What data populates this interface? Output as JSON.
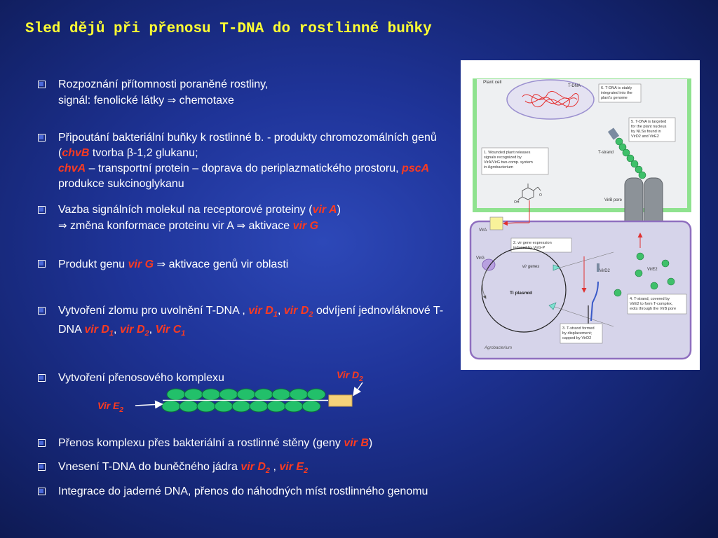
{
  "title": "Sled dějů při přenosu T-DNA do rostlinné buňky",
  "bullets": {
    "b1": {
      "line1": "Rozpoznání přítomnosti poraněné rostliny,",
      "line2_a": "signál: fenolické látky ",
      "line2_b": " chemotaxe"
    },
    "b2": {
      "t1": "Připoutání bakteriální buňky k rostlinné b. - produkty chromozomálních genů (",
      "r1": "chvB",
      "t2": " tvorba ",
      "beta": "β",
      "t3": "-1,2 glukanu;",
      "r2": "chvA",
      "t4": " – transportní protein – doprava do periplazmatického prostoru,  ",
      "r3": "pscA",
      "t5": " produkce sukcinoglykanu"
    },
    "b3": {
      "t1": "Vazba signálních molekul na receptorové proteiny (",
      "r1": "vir A",
      "t2": ")",
      "t3": " změna konformace proteinu vir A ",
      "t4": " aktivace ",
      "r2": "vir G"
    },
    "b4": {
      "t1": "Produkt genu ",
      "r1": "vir G",
      "t2": " aktivace genů vir oblasti"
    },
    "b5": {
      "t1": "Vytvoření zlomu pro uvolnění T-DNA , ",
      "r1": "vir D",
      "r1sub": "1",
      "sep": ",",
      "r2": "vir D",
      "r2sub": "2",
      "t2": " odvíjení jednovláknové T-DNA ",
      "r3": "vir D",
      "r3sub": "1",
      "sep2": ", ",
      "r4": "vir D",
      "r4sub": "2",
      "sep3": ", ",
      "r5": "Vir C",
      "r5sub": "1"
    },
    "b6": {
      "t1": "Vytvoření přenosového komplexu"
    },
    "b7": {
      "t1": "Přenos komplexu přes bakteriální a rostlinné stěny  (geny ",
      "r1": "vir B",
      "t2": ")"
    },
    "b8": {
      "t1": "Vnesení T-DNA do buněčného jádra  ",
      "r1": "vir D",
      "r1sub": "2",
      "t2": " , ",
      "r2": "vir E",
      "r2sub": "2"
    },
    "b9": {
      "t1": "Integrace do jaderné DNA, přenos do náhodných míst rostlinného genomu"
    }
  },
  "complex": {
    "virD2_label": "Vir D",
    "virD2_sub": "2",
    "virE2_label": "Vir E",
    "virE2_sub": "2"
  },
  "figure": {
    "plant_cell": "Plant cell",
    "tdna": "T-DNA",
    "step6": [
      "6. T-DNA is stably",
      "integrated into the",
      "plant's genome"
    ],
    "step5": [
      "5. T-DNA is targeted",
      "for the plant nucleus",
      "by NLSs found in",
      "VirD2 and VirE2"
    ],
    "step1": [
      "1. Wounded plant releases",
      "signals recognized by",
      "VirA/VirG two-comp. system",
      "in Agrobacterium"
    ],
    "tstrand": "T-strand",
    "oh": "OH",
    "o": "O",
    "virb_pore": "VirB pore",
    "vira": "VirA",
    "step2": [
      "2. vir gene expression",
      "induced by VirG-P"
    ],
    "virg": "VirG",
    "vir_genes": "vir genes",
    "ti_plasmid": "Ti plasmid",
    "vird2": "VirD2",
    "vire2": "VirE2",
    "step4": [
      "4. T-strand, covered by",
      "VirE2 to form T-complex,",
      "exits through the VirB pore"
    ],
    "step3": [
      "3. T-strand formed",
      "by displacement;",
      "capped by VirD2"
    ],
    "agrobacterium": "Agrobacterium"
  },
  "colors": {
    "title": "#ffff33",
    "accent_red": "#ff3b1f",
    "bead_green": "#22c06a",
    "cap_yellow": "#f5d27a",
    "bg": "#1f3499"
  }
}
